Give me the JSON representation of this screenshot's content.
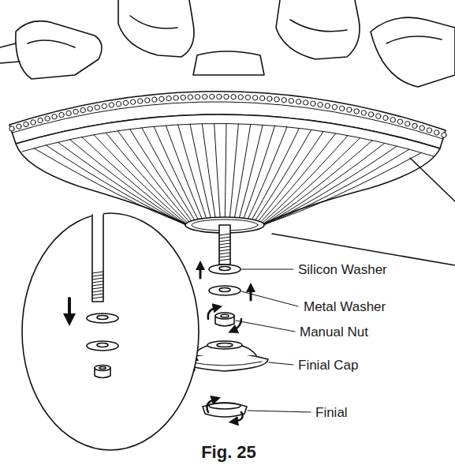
{
  "diagram": {
    "caption": "Fig. 25",
    "labels": [
      "Silicon Washer",
      "Metal Washer",
      "Manual Nut",
      "Finial Cap",
      "Finial"
    ]
  }
}
